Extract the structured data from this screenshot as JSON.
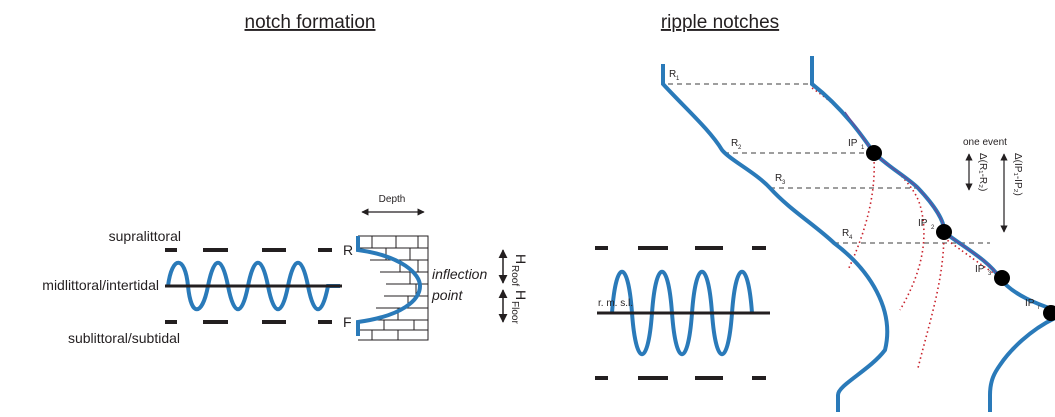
{
  "left_panel": {
    "title": "notch formation",
    "zones": [
      "supralittoral",
      "midlittoral/intertidal",
      "sublittoral/subtidal"
    ],
    "depth_label": "Depth",
    "roof_marker": "R",
    "floor_marker": "F",
    "inflection_label_line1": "inflection",
    "inflection_label_line2": "point",
    "h_roof_main": "H",
    "h_roof_sub": "Roof",
    "h_floor_main": "H",
    "h_floor_sub": "Floor"
  },
  "right_panel": {
    "title": "ripple notches",
    "sea_level_label": "r. m. s.l.",
    "roof_labels": [
      "R",
      "R",
      "R",
      "R"
    ],
    "roof_subs": [
      "1",
      "2",
      "3",
      "4"
    ],
    "ip_labels": [
      "IP",
      "IP",
      "IP",
      "IP"
    ],
    "ip_subs": [
      "1",
      "2",
      "3",
      "r"
    ],
    "event_label": "one event",
    "delta_r": "Δ(R₁-R₂)",
    "delta_ip": "Δ(IP₁-IP₂)"
  },
  "colors": {
    "wave": "#2a7ab9",
    "ink": "#231f20",
    "dash": "#7f7f7f",
    "dotted": "#c8202a"
  }
}
